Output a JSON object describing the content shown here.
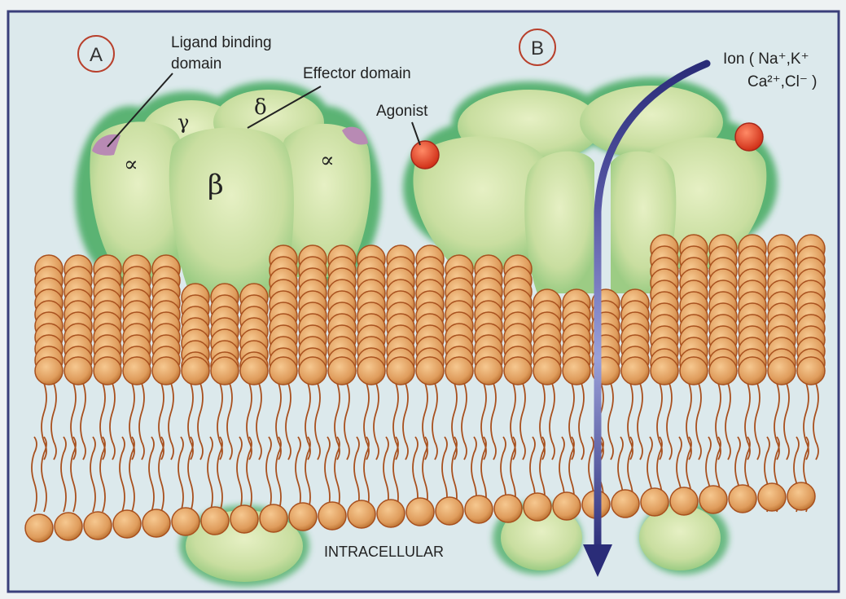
{
  "panels": {
    "a": {
      "letter": "A",
      "ligand_label_line1": "Ligand binding",
      "ligand_label_line2": "domain",
      "effector_label": "Effector domain",
      "subunit_gamma": "γ",
      "subunit_delta": "δ",
      "subunit_alpha_left": "∝",
      "subunit_alpha_right": "∝",
      "subunit_beta": "β"
    },
    "b": {
      "letter": "B",
      "agonist_label": "Agonist",
      "ion_label_line1": "Ion ( Na⁺,K⁺",
      "ion_label_line2": "Ca²⁺,Cl⁻ )"
    }
  },
  "membrane": {
    "intracellular_label": "INTRACELLULAR"
  },
  "colors": {
    "background": "#dce9ec",
    "frame": "#3a3f7a",
    "protein_fill": "#cfe2a6",
    "protein_glow": "#2e9a4a",
    "lipid_head": "#e0a060",
    "lipid_stroke": "#a8501e",
    "agonist": "#e84a2a",
    "ion_arrow": "#2a2c78",
    "ligand_site": "#b88ab4"
  }
}
